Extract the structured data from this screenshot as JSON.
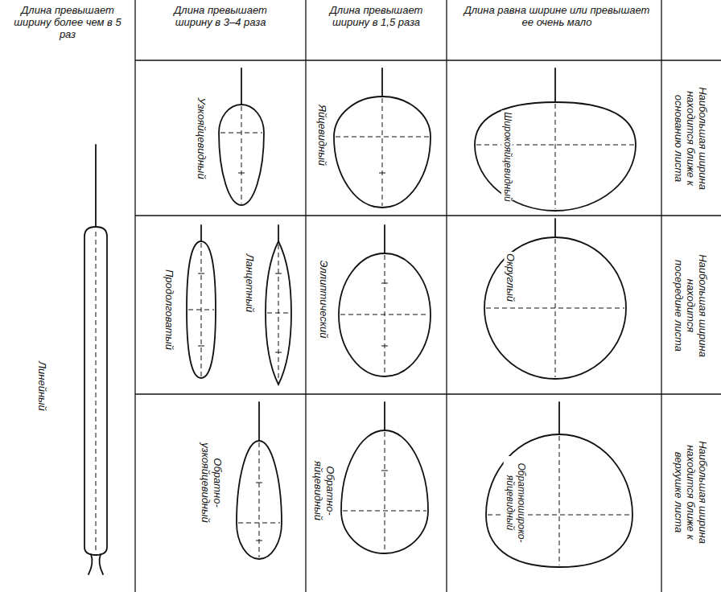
{
  "diagram": {
    "labels": [
      "Длина превышает ширину более чем в 5 раз",
      "Длина превышает ширину в 3–4 раза",
      "Длина превышает ширину в 1,5 раза",
      "Длина равна ширине или превышает ее очень мало",
      "Линейный",
      "Узкояйцевидный",
      "Яйцевидный",
      "Широкояйцевидный",
      "Наибольшая ширина находится ближе к основанию листа",
      "Продолговатый",
      "Ланцетный",
      "Эллиптический",
      "Округлый",
      "Наибольшая ширина находится посередине листа",
      "Обратно- узкояйцевидный",
      "Обратно- яйцевидный",
      "Обратношироко- яйцевидный",
      "Наибольшая ширина находится ближе к верхушке листа"
    ]
  }
}
